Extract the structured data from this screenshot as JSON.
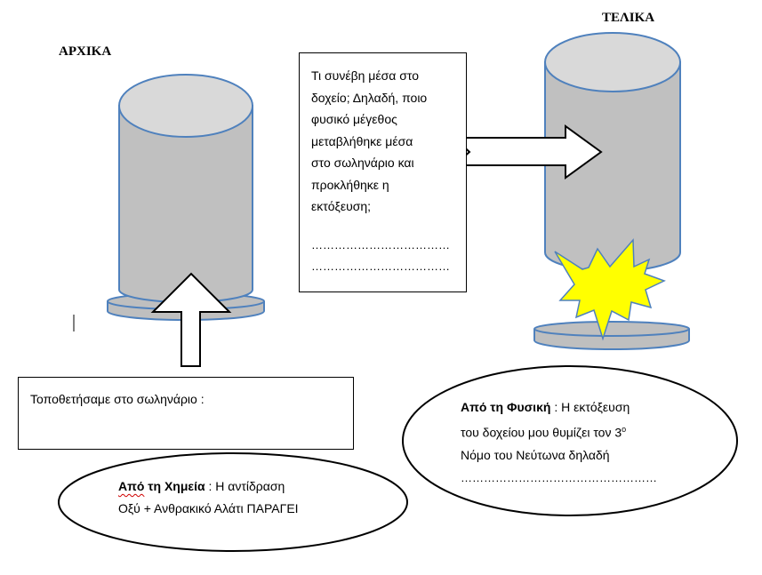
{
  "labels": {
    "initial": "ΑΡΧΙΚΑ",
    "final": "ΤΕΛΙΚΑ"
  },
  "question_box": {
    "lines": [
      "Τι συνέβη μέσα στο",
      "δοχείο; Δηλαδή, ποιο",
      "φυσικό μέγεθος",
      "μεταβλήθηκε μέσα",
      "στο σωληνάριο και",
      "προκλήθηκε η",
      "εκτόξευση;"
    ],
    "blank1": "………………………………",
    "blank2": "………………………………"
  },
  "placed_box": {
    "text": "Τοποθετήσαμε στο σωληνάριο :"
  },
  "chemistry": {
    "prefix": "Από",
    "bold_rest": " τη Χημεία",
    "after": " : Η αντίδραση",
    "line2": "Οξύ +  Ανθρακικό Αλάτι  ΠΑΡΑΓΕΙ"
  },
  "physics": {
    "bold": "Από τη Φυσική",
    "after": " : Η εκτόξευση",
    "line2": "του δοχείου μου θυμίζει τον 3",
    "superscript": "ο",
    "line3": "Νόμο του Νεύτωνα δηλαδή",
    "line4": "……………………………………………"
  },
  "colors": {
    "cylinder_fill": "#c0c0c0",
    "cylinder_top": "#d9d9d9",
    "cylinder_stroke": "#4f81bd",
    "explosion_fill": "#ffff00"
  }
}
